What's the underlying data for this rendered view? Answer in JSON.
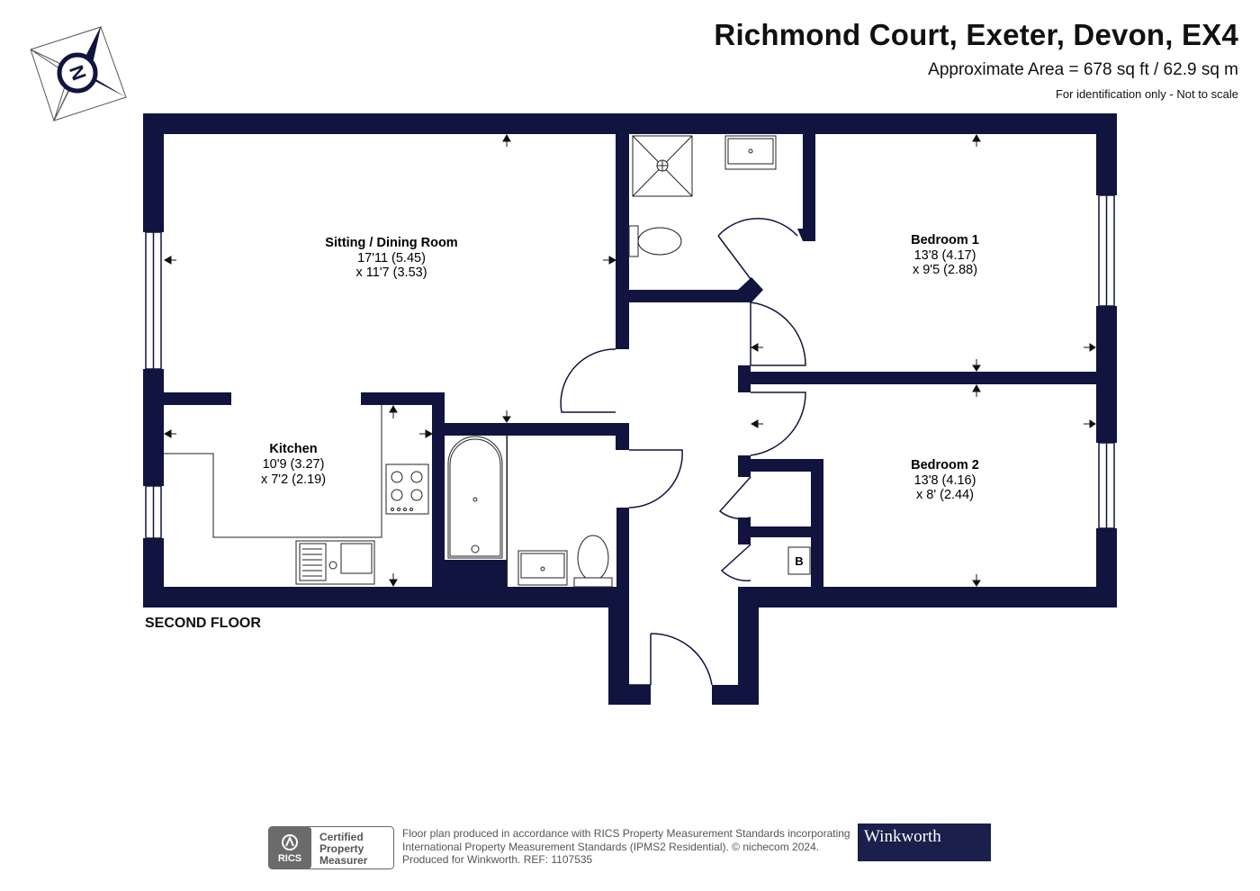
{
  "header": {
    "title": "Richmond Court, Exeter, Devon, EX4",
    "area": "Approximate Area = 678 sq ft / 62.9 sq m",
    "disclaimer": "For identification only - Not to scale"
  },
  "compass": {
    "icon": "north-arrow-icon",
    "letter": "N"
  },
  "rooms": {
    "sitting": {
      "name": "Sitting / Dining Room",
      "dim1": "17'11 (5.45)",
      "dim2": "x 11'7 (3.53)"
    },
    "kitchen": {
      "name": "Kitchen",
      "dim1": "10'9 (3.27)",
      "dim2": "x 7'2 (2.19)"
    },
    "bedroom1": {
      "name": "Bedroom 1",
      "dim1": "13'8 (4.17)",
      "dim2": "x 9'5 (2.88)"
    },
    "bedroom2": {
      "name": "Bedroom 2",
      "dim1": "13'8 (4.16)",
      "dim2": "x 8' (2.44)"
    },
    "boiler": {
      "label": "B"
    }
  },
  "floor_label": "SECOND FLOOR",
  "footer": {
    "rics_badge": {
      "line1": "Certified",
      "line2": "Property",
      "line3": "Measurer",
      "logo_text": "RICS"
    },
    "line1": "Floor plan produced in accordance with RICS Property Measurement Standards incorporating",
    "line2": "International Property Measurement Standards (IPMS2 Residential).  © nichecom 2024.",
    "line3": "Produced for Winkworth.    REF: 1107535",
    "brand": "Winkworth"
  },
  "colors": {
    "wall": "#10143f",
    "line": "#222222",
    "brand_bg": "#1a1f4b"
  }
}
